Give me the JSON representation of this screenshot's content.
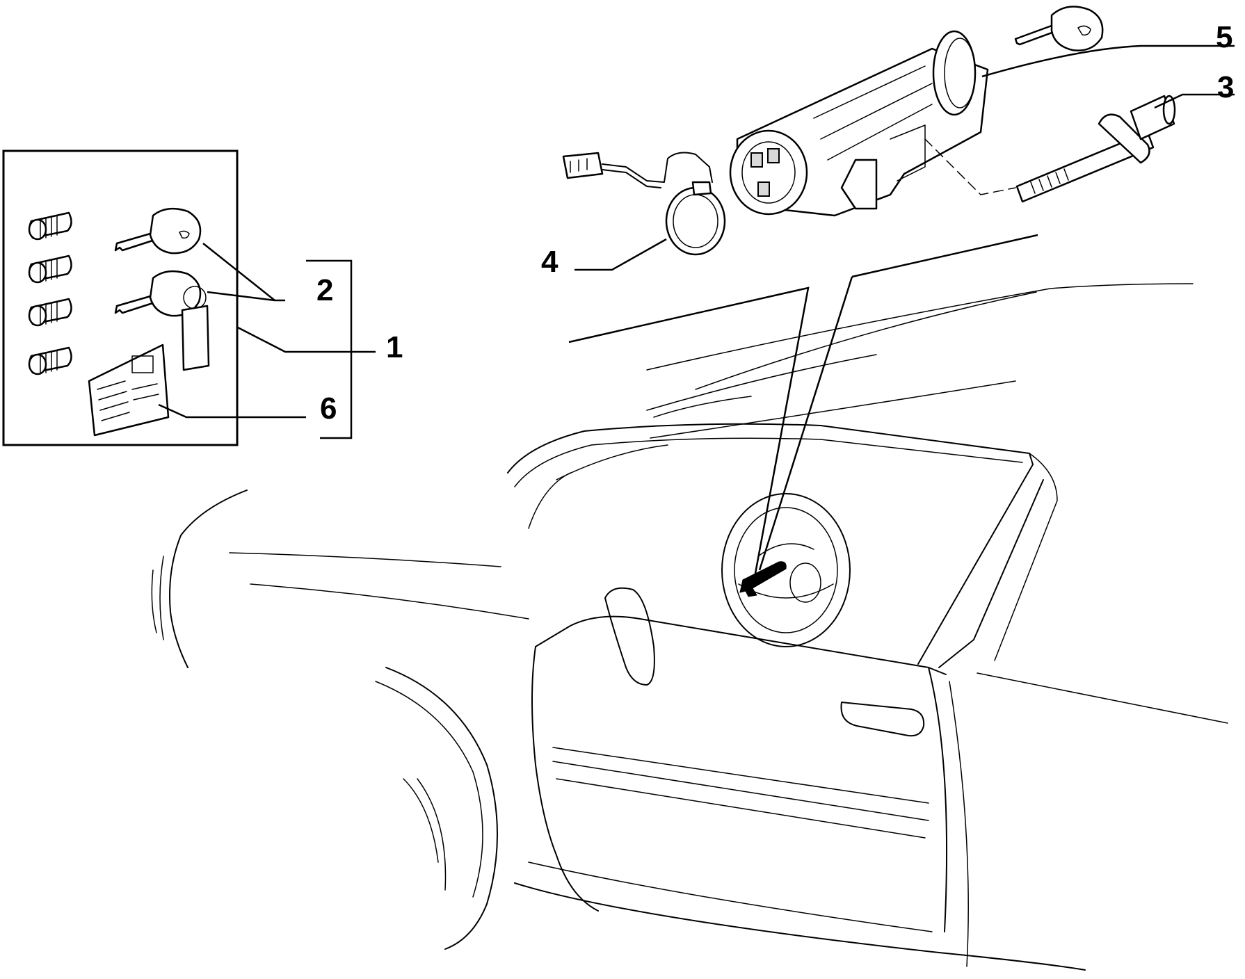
{
  "callouts": {
    "c1": "1",
    "c2": "2",
    "c3": "3",
    "c4": "4",
    "c5": "5",
    "c6": "6"
  },
  "colors": {
    "line": "#000000",
    "background": "#ffffff",
    "shade": "#d9d9d9"
  }
}
